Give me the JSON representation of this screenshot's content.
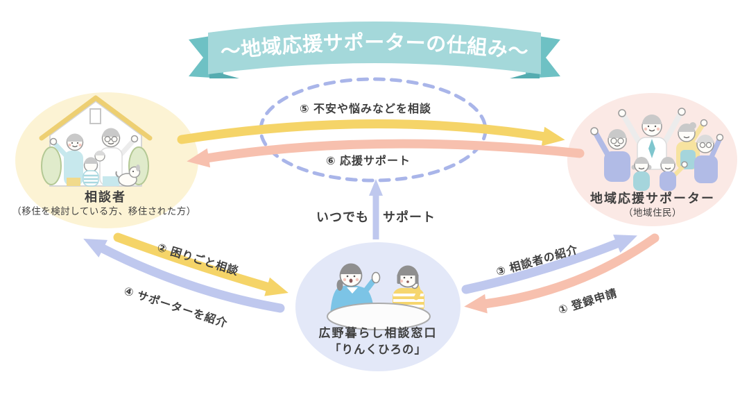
{
  "banner": {
    "title": "〜地域応援サポーターの仕組み〜"
  },
  "nodes": {
    "consultant": {
      "title": "相談者",
      "subtitle": "（移住を検討している方、移住された方）"
    },
    "supporter": {
      "title": "地域応援サポーター",
      "subtitle": "（地域住民）"
    },
    "office": {
      "title": "広野暮らし相談窓口",
      "subtitle": "「りんくひろの」"
    }
  },
  "arrows": {
    "a1": {
      "label": "① 登録申請",
      "direction": "supporter→office",
      "color": "#f7c0ae"
    },
    "a2": {
      "label": "② 困りごと相談",
      "direction": "consultant→office",
      "color": "#f5d468"
    },
    "a3": {
      "label": "③ 相談者の紹介",
      "direction": "office→supporter",
      "color": "#bfc8ee"
    },
    "a4": {
      "label": "④ サポーターを紹介",
      "direction": "office→consultant",
      "color": "#bfc8ee"
    },
    "a5": {
      "label": "⑤ 不安や悩みなどを相談",
      "direction": "consultant→supporter",
      "color": "#f5d468"
    },
    "a6": {
      "label": "⑥ 応援サポート",
      "direction": "supporter→consultant",
      "color": "#f7c0ae"
    }
  },
  "support_note": {
    "left": "いつでも",
    "right": "サポート",
    "direction": "office→dashed-ellipse",
    "color": "#bfc8ee"
  },
  "palette": {
    "banner_band": "#a4d8da",
    "banner_tail": "#6ec1c4",
    "banner_fold": "#55acb0",
    "banner_text": "#ffffff",
    "arrow_yellow": "#f5d468",
    "arrow_pink": "#f7c0ae",
    "arrow_lavender": "#bfc8ee",
    "dashed_ellipse": "#a9b5e9",
    "node_consultant_bg": "#fcf3d4",
    "node_supporter_bg": "#fbe9e5",
    "node_office_bg": "#e3e8f8",
    "text": "#3e3e3e"
  }
}
